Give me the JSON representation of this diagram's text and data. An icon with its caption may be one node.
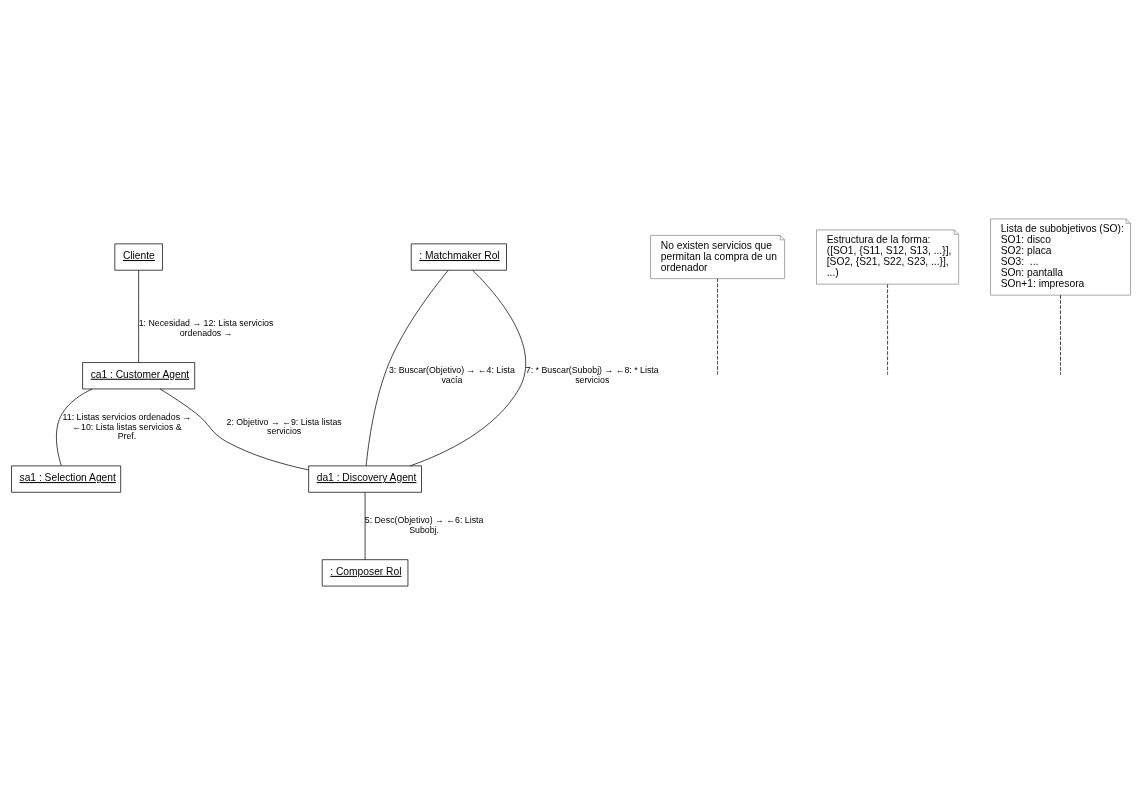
{
  "diagram": {
    "nodes": [
      {
        "text": [
          "Cliente"
        ]
      },
      {
        "text": [
          "ca1 : Customer Agent"
        ]
      },
      {
        "text": [
          "da1 : Discovery Agent"
        ]
      },
      {
        "text": [
          ": Matchmaker Rol"
        ]
      },
      {
        "text": [
          ": Composer Rol"
        ]
      },
      {
        "text": [
          "sa1 : Selection Agent"
        ]
      },
      {
        "text": [
          "No existen servicios que permitan la compra de un ordenador"
        ]
      },
      {
        "text": [
          "Estructura de la forma:",
          "([SO1, {S11, S12, S13, ...}], [SO2, {S21, S22, S23, ...}], ...)"
        ]
      },
      {
        "text": [
          "Lista de subobjetivos (SO):",
          "SO1: disco",
          "SO2: placa",
          "SO3:  ...",
          "SOn: pantalla",
          "SOn+1: impresora"
        ]
      }
    ],
    "edges": [
      {
        "from": 0,
        "to": 1,
        "arrow": "none",
        "label": "1: Necesidad → 12: Lista servicios ordenados →"
      },
      {
        "from": 1,
        "to": 2,
        "arrow": "none",
        "label": "2: Objetivo → ←9: Lista listas servicios"
      },
      {
        "from": 2,
        "to": 3,
        "arrow": "none",
        "label": "3: Buscar(Objetivo) → ←4: Lista vacía"
      },
      {
        "from": 2,
        "to": 3,
        "arrow": "none",
        "label": "7: * Buscar(Subobj) → ←8: * Lista servicios"
      },
      {
        "from": 2,
        "to": 4,
        "arrow": "none",
        "label": "5: Desc(Objetivo) → ←6: Lista Subobj."
      },
      {
        "from": 1,
        "to": 5,
        "arrow": "none",
        "label": "11: Listas servicios ordenados → ←10: Lista listas servicios & Pref."
      },
      {
        "from": 6,
        "to": null,
        "arrow": "none",
        "style": "dashed"
      },
      {
        "from": 7,
        "to": null,
        "arrow": "none",
        "style": "dashed"
      },
      {
        "from": 8,
        "to": null,
        "arrow": "none",
        "style": "dashed"
      }
    ]
  }
}
